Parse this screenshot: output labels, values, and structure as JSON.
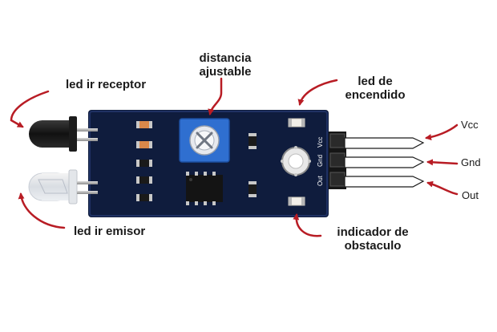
{
  "labels": {
    "receptor": "led ir receptor",
    "emisor": "led ir emisor",
    "distancia_1": "distancia",
    "distancia_2": "ajustable",
    "encendido_1": "led de",
    "encendido_2": "encendido",
    "indicador_1": "indicador de",
    "indicador_2": "obstaculo"
  },
  "pins": {
    "vcc": "Vcc",
    "gnd": "Gnd",
    "out": "Out"
  },
  "board_pin_text": {
    "vcc": "Vcc",
    "gnd": "Gnd",
    "out": "Out"
  },
  "colors": {
    "arrow": "#b81c24",
    "board": "#0f1c3d",
    "potentiometer": "#2f6fd0"
  }
}
